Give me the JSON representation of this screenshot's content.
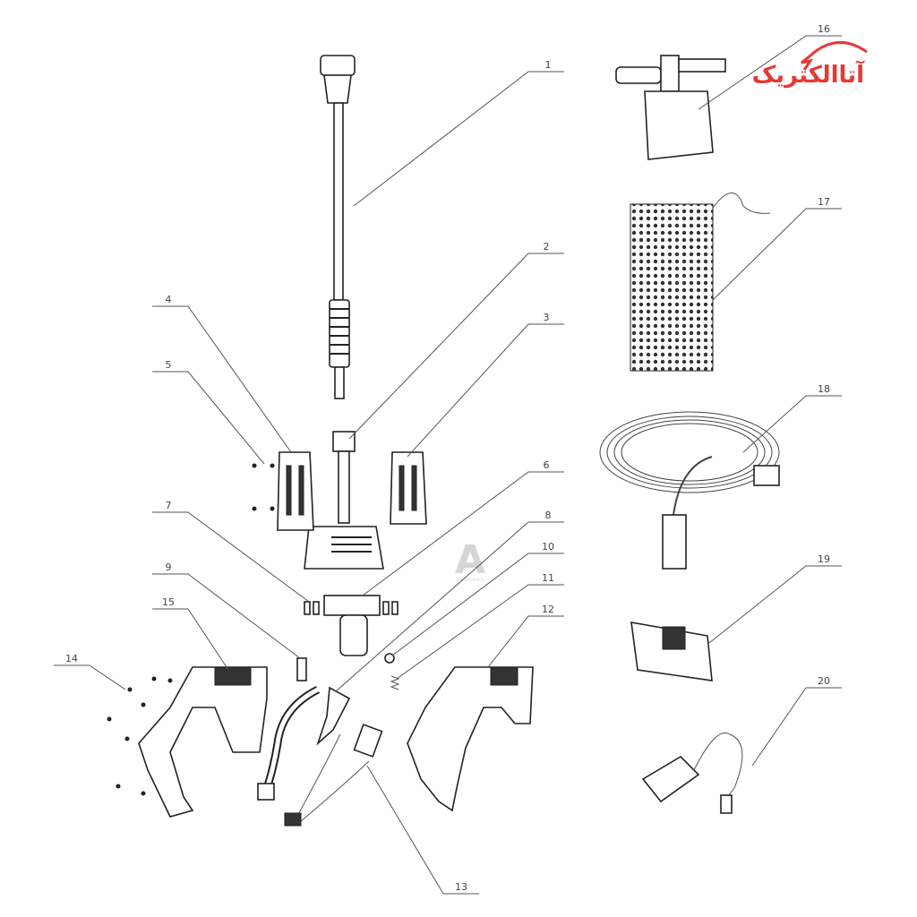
{
  "diagram": {
    "title": "Exploded parts diagram",
    "callouts": [
      "1",
      "2",
      "3",
      "4",
      "5",
      "6",
      "7",
      "8",
      "9",
      "10",
      "11",
      "12",
      "13",
      "14",
      "15",
      "16",
      "17",
      "18",
      "19",
      "20"
    ]
  },
  "logo": {
    "text": "آتاالکتریک",
    "color": "#e53935"
  },
  "watermark": {
    "letter": "A",
    "caption": "ataelectric.ir"
  }
}
